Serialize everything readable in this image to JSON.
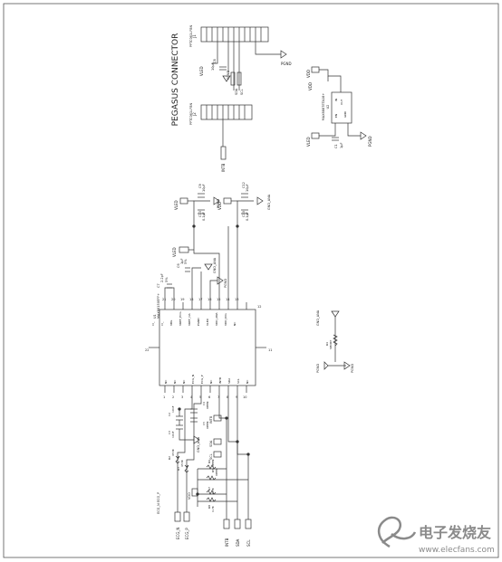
{
  "pegasus": {
    "title": "PEGASUS CONNECTOR",
    "j1_ref": "J1",
    "j1_part": "PPTC061LFBN",
    "j2_ref": "J2",
    "j2_part": "PPTC061LFBN",
    "vled": "VLED",
    "c8_ref": "C8",
    "c8_val": "10µF",
    "sda": "SDA",
    "scl": "SCL",
    "pgnd": "PGND",
    "intb": "INTB"
  },
  "ldo": {
    "u2_ref": "U2",
    "u2_part": "MAX8887ETA18+",
    "vdd_in": "VDD",
    "vdd_out": "VDD",
    "vled": "VLED",
    "c1_ref": "C1",
    "c1_val": "1µF",
    "pgnd": "PGND",
    "pin_in": "IN",
    "pin_out": "OUT",
    "pin_en": "EN",
    "pin_gnd": "GND"
  },
  "u1": {
    "ref": "U1",
    "part": "MAX86150EFF+",
    "left_pins": [
      {
        "num": "1",
        "name": "NC"
      },
      {
        "num": "2",
        "name": "NC"
      },
      {
        "num": "3",
        "name": "NC"
      },
      {
        "num": "4",
        "name": "ECG_N"
      },
      {
        "num": "5",
        "name": "ECG_P"
      },
      {
        "num": "6",
        "name": "NC"
      },
      {
        "num": "7",
        "name": "INTB"
      },
      {
        "num": "8",
        "name": "SDA"
      },
      {
        "num": "9",
        "name": "SCL"
      },
      {
        "num": "10",
        "name": "NC"
      }
    ],
    "right_pins": [
      {
        "num": "21",
        "name": "CI_"
      },
      {
        "num": "20",
        "name": "CI_"
      },
      {
        "num": "19",
        "name": "VBG"
      },
      {
        "num": "18",
        "name": "VREF_ECG"
      },
      {
        "num": "17",
        "name": "VREF_OA"
      },
      {
        "num": "16",
        "name": "PGND"
      },
      {
        "num": "15",
        "name": "VLED"
      },
      {
        "num": "14",
        "name": "VDD_ANA"
      },
      {
        "num": "13",
        "name": "VDD_DIG"
      },
      {
        "num": "12",
        "name": "NC"
      }
    ],
    "pin_22": "22",
    "pin_11": "11"
  },
  "caps": {
    "c7_ref": "C7",
    "c7_val": "2.2pF",
    "c7_tol": "5%",
    "c6_ref": "C6",
    "c6_val": "1µF",
    "c6_tol": "5%",
    "c9_ref": "C9",
    "c9_val": "10µF",
    "c13_ref": "C13",
    "c13_val": "0.1µF",
    "c10_ref": "C10",
    "c10_val": "0.1µF",
    "c12_ref": "C12",
    "c12_val": "10µF",
    "vled": "VLED",
    "vdd": "VDD",
    "pgnd": "PGND",
    "gnd_ana": "GND_ANA"
  },
  "ecg": {
    "net_n": "ECG_N",
    "net_p": "ECG_P",
    "combined": "ECG_N ECG_P",
    "r2_ref": "R2",
    "r2_val": "453K",
    "r3_ref": "R3",
    "r3_val": "453K",
    "c2_ref": "C2",
    "c2_val": "10nF",
    "c3_ref": "C3",
    "c3_val": "10nF",
    "c4_ref": "C4",
    "c4_val": "OPEN",
    "c5_ref": "C5",
    "c5_val": "OPEN",
    "gnd_ana": "GND_ANA",
    "intb": "INTB",
    "sda": "SDA",
    "scl": "SCL",
    "vdd": "VDD",
    "r5_ref": "R5",
    "r5_val": "OPEN",
    "r6_ref": "R6",
    "r6_val": "OPEN",
    "r7_ref": "R7",
    "r7_val": "4.7K",
    "r8_ref": "R8",
    "r8_val": "4.7K"
  },
  "gndlink": {
    "gnd_ana": "GND_ANA",
    "r4_ref": "R4",
    "r4_val": "SHORT",
    "pgnd_a": "PGND",
    "pgnd_b": "PGND"
  },
  "bottom_nets": [
    "INTB",
    "SDA",
    "SCL"
  ],
  "watermark": {
    "cn": "电子发烧友",
    "url": "www.elecfans.com"
  },
  "colors": {
    "line": "#333333",
    "text": "#222222",
    "watermark": "#8a8a8a"
  }
}
